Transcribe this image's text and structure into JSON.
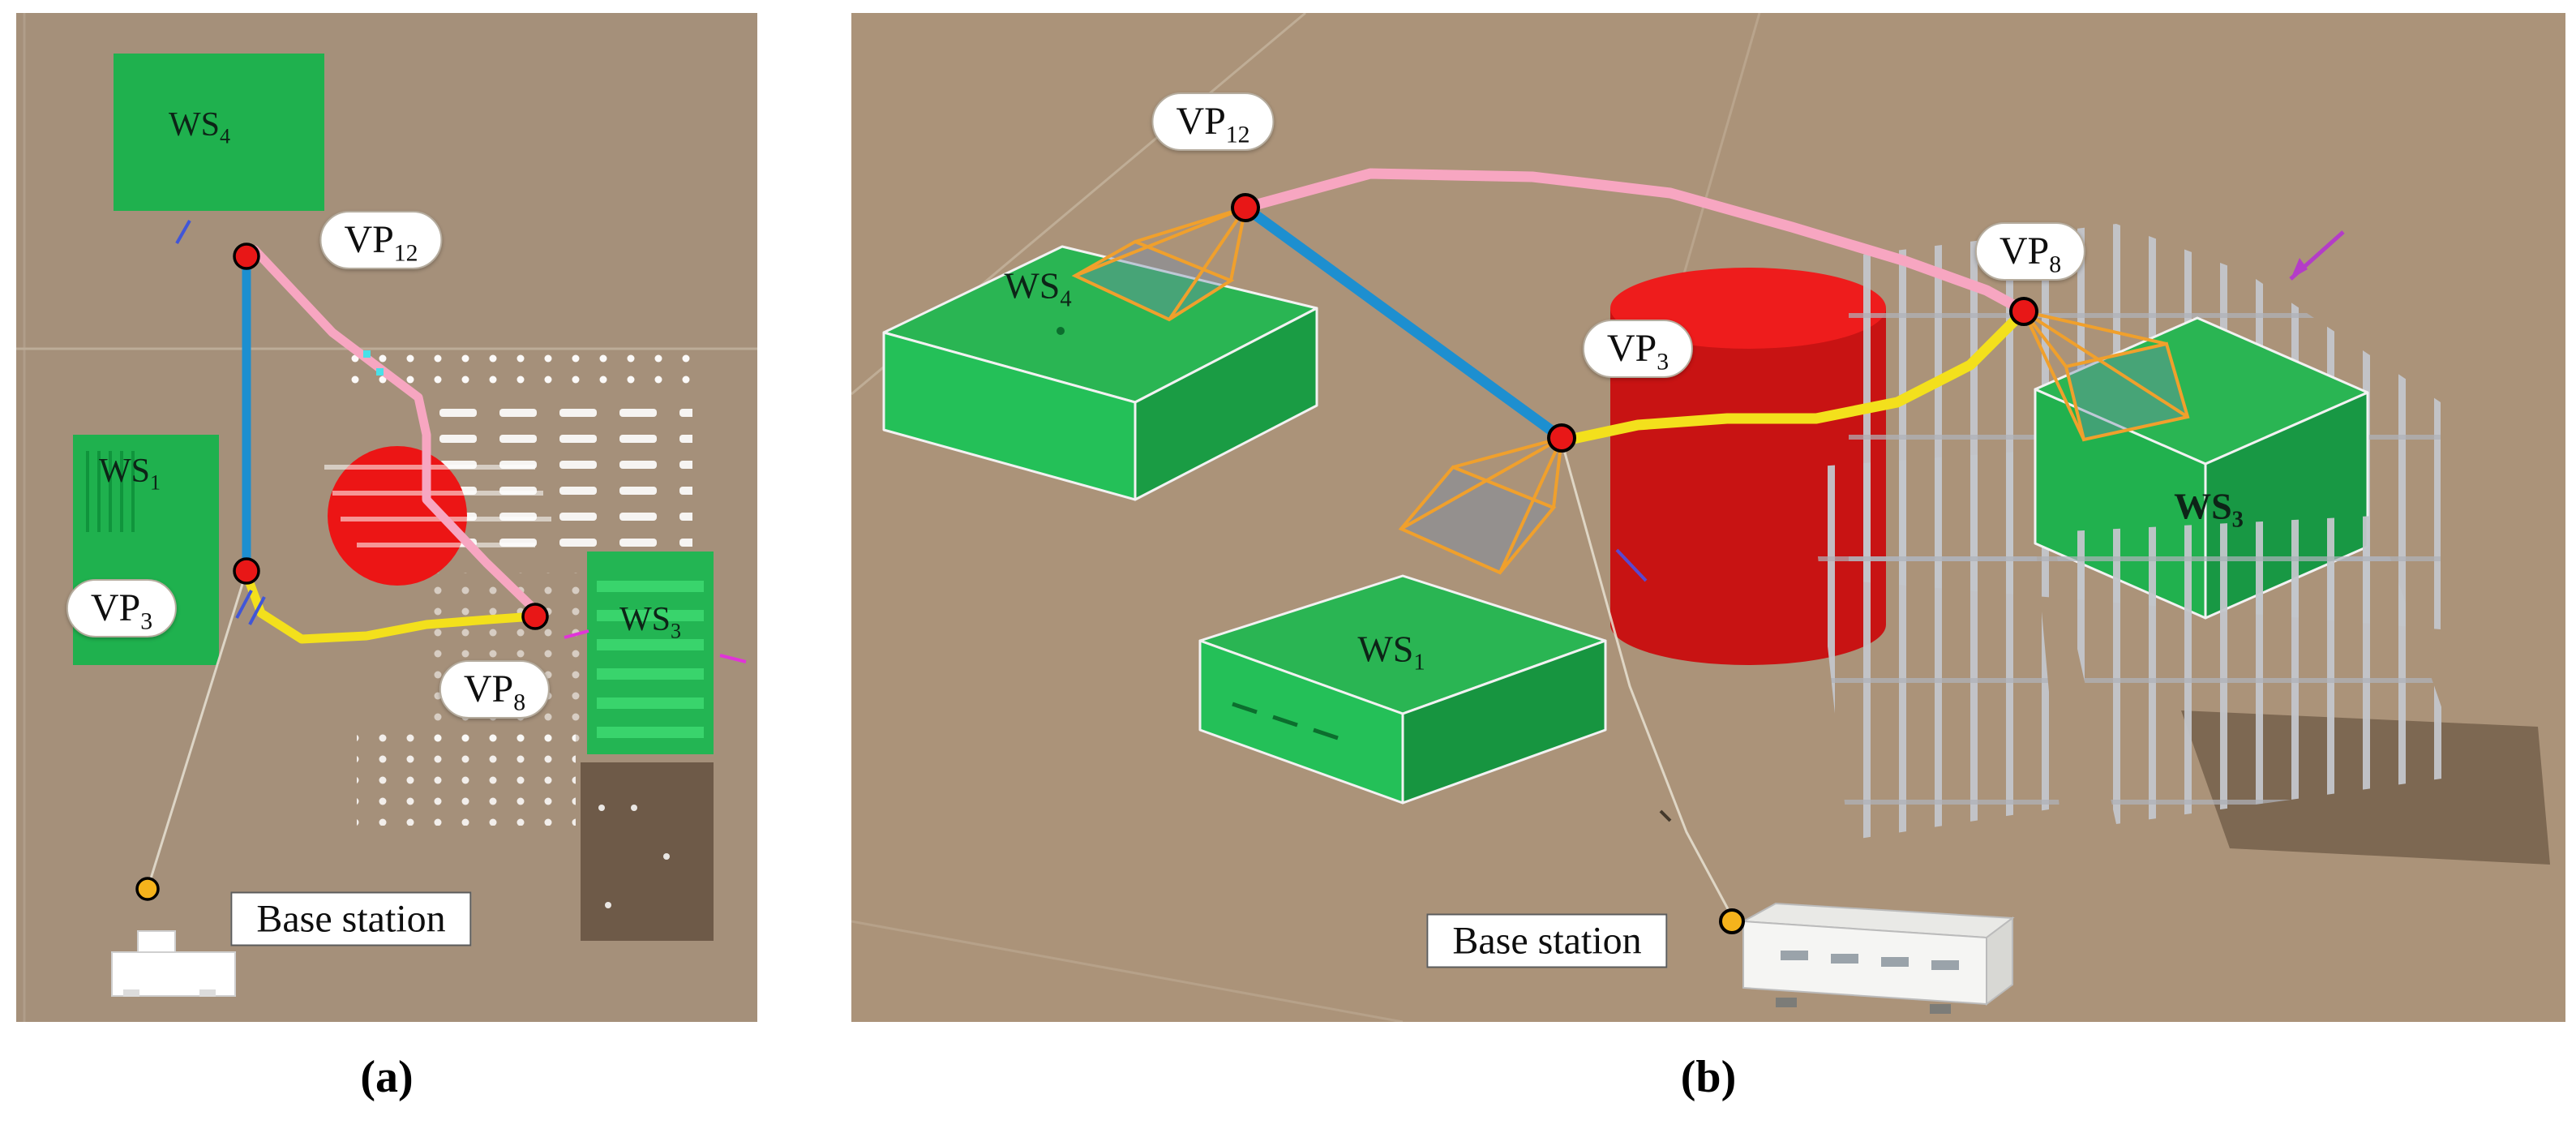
{
  "colors": {
    "ground_a": "#a5907a",
    "ground_b": "#ab9379",
    "workstation_green": "#25b452",
    "obstacle_red": "#e01616",
    "path_pink": "#f7a6c1",
    "path_yellow": "#f3e01c",
    "link_blue": "#1d8fd0",
    "node_red": "#e81717",
    "node_outline": "#000000",
    "base_station_yellow": "#f5b31c",
    "frustum_orange": "#f0a02c",
    "scaffold_gray": "#c3c6cb",
    "label_background": "#ffffff"
  },
  "panel_a": {
    "caption": "(a)",
    "labels": {
      "ws4": {
        "base": "WS",
        "sub": "4"
      },
      "ws1": {
        "base": "WS",
        "sub": "1"
      },
      "ws3": {
        "base": "WS",
        "sub": "3"
      },
      "vp12": {
        "base": "VP",
        "sub": "12"
      },
      "vp3": {
        "base": "VP",
        "sub": "3"
      },
      "vp8": {
        "base": "VP",
        "sub": "8"
      },
      "base_station": "Base station"
    }
  },
  "panel_b": {
    "caption": "(b)",
    "labels": {
      "ws4": {
        "base": "WS",
        "sub": "4"
      },
      "ws1": {
        "base": "WS",
        "sub": "1"
      },
      "ws3": {
        "base": "WS",
        "sub": "3"
      },
      "vp12": {
        "base": "VP",
        "sub": "12"
      },
      "vp3": {
        "base": "VP",
        "sub": "3"
      },
      "vp8": {
        "base": "VP",
        "sub": "8"
      },
      "base_station": "Base station"
    }
  }
}
